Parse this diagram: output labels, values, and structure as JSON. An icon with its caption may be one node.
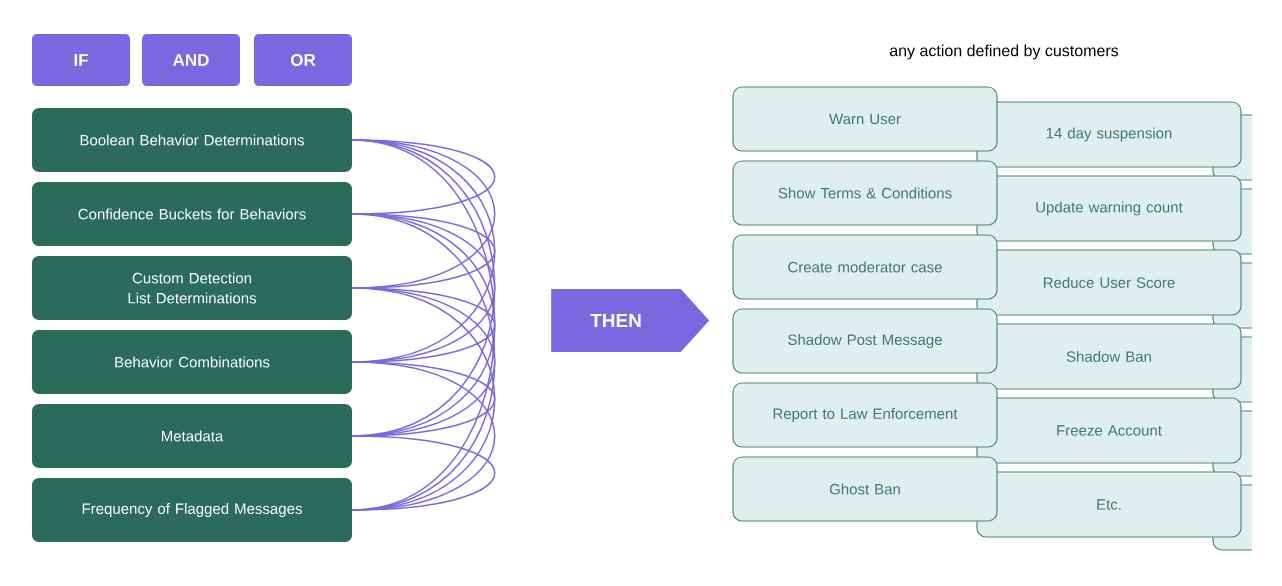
{
  "diagram": {
    "nodes": [
      {
        "text": [
          "IF"
        ]
      },
      {
        "text": [
          "AND"
        ]
      },
      {
        "text": [
          "OR"
        ]
      },
      {
        "text": [
          "Boolean Behavior Determinations"
        ]
      },
      {
        "text": [
          "Confidence Buckets for Behaviors"
        ]
      },
      {
        "text": [
          "Custom Detection List Determinations"
        ]
      },
      {
        "text": [
          "Behavior Combinations"
        ]
      },
      {
        "text": [
          "Metadata"
        ]
      },
      {
        "text": [
          "Frequency of Flagged Messages"
        ]
      },
      {
        "text": [
          "THEN"
        ]
      },
      {
        "text": [
          "Warn User"
        ]
      },
      {
        "text": [
          "14 day suspension"
        ]
      },
      {
        "text": [
          "Show Terms & Conditions"
        ]
      },
      {
        "text": [
          "Update warning count"
        ]
      },
      {
        "text": [
          "Create moderator case"
        ]
      },
      {
        "text": [
          "Reduce User Score"
        ]
      },
      {
        "text": [
          "Shadow Post Message"
        ]
      },
      {
        "text": [
          "Shadow Ban"
        ]
      },
      {
        "text": [
          "Report to Law Enforcement"
        ]
      },
      {
        "text": [
          "Freeze Account"
        ]
      },
      {
        "text": [
          "Ghost Ban"
        ]
      },
      {
        "text": [
          "Etc."
        ]
      },
      {
        "text": [],
        "shape": "box"
      },
      {
        "text": [],
        "shape": "box"
      },
      {
        "text": [],
        "shape": "box"
      },
      {
        "text": [],
        "shape": "box"
      },
      {
        "text": [],
        "shape": "box"
      },
      {
        "text": [],
        "shape": "box"
      }
    ],
    "edges": [
      {
        "from": 3,
        "to": 4,
        "arrow": "none"
      },
      {
        "from": 3,
        "to": 5,
        "arrow": "none"
      },
      {
        "from": 3,
        "to": 6,
        "arrow": "none"
      },
      {
        "from": 3,
        "to": 7,
        "arrow": "none"
      },
      {
        "from": 3,
        "to": 8,
        "arrow": "none"
      },
      {
        "from": 4,
        "to": 5,
        "arrow": "none"
      },
      {
        "from": 4,
        "to": 6,
        "arrow": "none"
      },
      {
        "from": 4,
        "to": 7,
        "arrow": "none"
      },
      {
        "from": 4,
        "to": 8,
        "arrow": "none"
      },
      {
        "from": 5,
        "to": 6,
        "arrow": "none"
      },
      {
        "from": 5,
        "to": 7,
        "arrow": "none"
      },
      {
        "from": 5,
        "to": 8,
        "arrow": "none"
      },
      {
        "from": 6,
        "to": 7,
        "arrow": "none"
      },
      {
        "from": 6,
        "to": 8,
        "arrow": "none"
      },
      {
        "from": 7,
        "to": 8,
        "arrow": "none"
      }
    ],
    "labels": [
      "any action defined by customers"
    ]
  }
}
